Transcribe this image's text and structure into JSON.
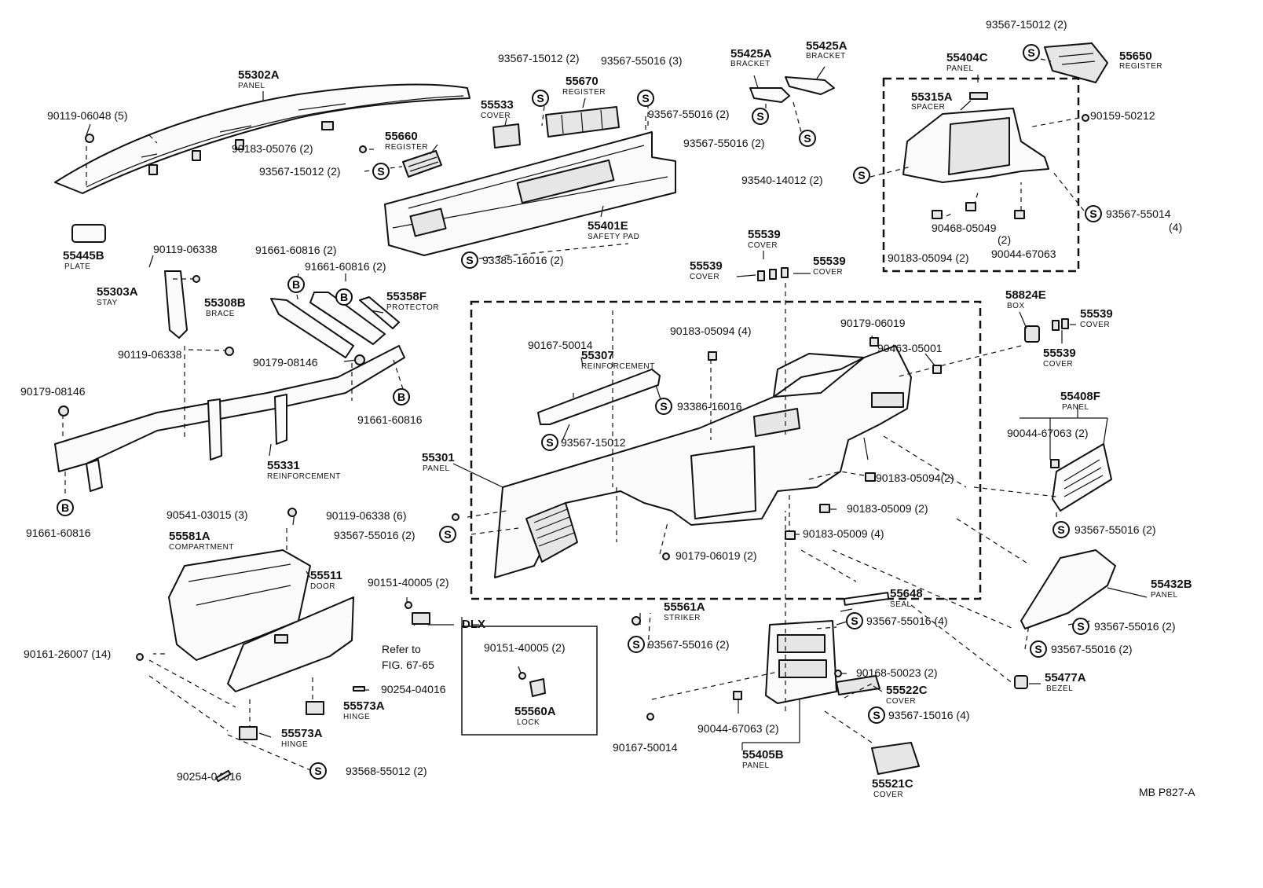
{
  "parts": {
    "panel_top": {
      "num": "55302A",
      "desc": "PANEL"
    },
    "screw_top_left": {
      "num": "90119-06048 (5)"
    },
    "clip_top": {
      "num": "90183-05076 (2)"
    },
    "register_left": {
      "num": "55660",
      "desc": "REGISTER"
    },
    "screw_reg_left": {
      "num": "93567-15012 (2)"
    },
    "cover_55533": {
      "num": "55533",
      "desc": "COVER"
    },
    "screw_93567_15012_a": {
      "num": "93567-15012 (2)"
    },
    "register_center": {
      "num": "55670",
      "desc": "REGISTER"
    },
    "screw_93567_55016_3": {
      "num": "93567-55016 (3)"
    },
    "screw_93567_55016_2a": {
      "num": "93567-55016 (2)"
    },
    "safety_pad": {
      "num": "55401E",
      "desc": "SAFETY PAD"
    },
    "screw_93385": {
      "num": "93385-16016 (2)"
    },
    "bracket_1": {
      "num": "55425A",
      "desc": "BRACKET"
    },
    "bracket_2": {
      "num": "55425A",
      "desc": "BRACKET"
    },
    "screw_93567_55016_2b": {
      "num": "93567-55016 (2)"
    },
    "screw_93567_15012_tr": {
      "num": "93567-15012 (2)"
    },
    "register_right": {
      "num": "55650",
      "desc": "REGISTER"
    },
    "panel_meter": {
      "num": "55404C",
      "desc": "PANEL"
    },
    "spacer": {
      "num": "55315A",
      "desc": "SPACER"
    },
    "screw_90159": {
      "num": "90159-50212"
    },
    "screw_93540": {
      "num": "93540-14012 (2)"
    },
    "screw_93567_55014": {
      "num": "93567-55014",
      "qty": "(4)"
    },
    "nut_90468": {
      "num": "90468-05049",
      "qty": "(2)"
    },
    "clip_90183_05094_2": {
      "num": "90183-05094 (2)"
    },
    "clip_90044": {
      "num": "90044-67063"
    },
    "plate": {
      "num": "55445B",
      "desc": "PLATE"
    },
    "bolt_90119_06338_a": {
      "num": "90119-06338"
    },
    "stay": {
      "num": "55303A",
      "desc": "STAY"
    },
    "bolt_90119_06338_b": {
      "num": "90119-06338"
    },
    "bolt_91661_a": {
      "num": "91661-60816 (2)"
    },
    "bolt_91661_b": {
      "num": "91661-60816 (2)"
    },
    "brace": {
      "num": "55308B",
      "desc": "BRACE"
    },
    "protector": {
      "num": "55358F",
      "desc": "PROTECTOR"
    },
    "nut_90179_08146_a": {
      "num": "90179-08146"
    },
    "nut_90179_08146_b": {
      "num": "90179-08146"
    },
    "bolt_91661_c": {
      "num": "91661-60816"
    },
    "bolt_91661_d": {
      "num": "91661-60816"
    },
    "reinf_55331": {
      "num": "55331",
      "desc": "REINFORCEMENT"
    },
    "cover_55539_a": {
      "num": "55539",
      "desc": "COVER"
    },
    "cover_55539_b": {
      "num": "55539",
      "desc": "COVER"
    },
    "cover_55539_c": {
      "num": "55539",
      "desc": "COVER"
    },
    "box_58824": {
      "num": "58824E",
      "desc": "BOX"
    },
    "cover_55539_d": {
      "num": "55539",
      "desc": "COVER"
    },
    "cover_55539_e": {
      "num": "55539",
      "desc": "COVER"
    },
    "screw_90167_a": {
      "num": "90167-50014"
    },
    "reinf_55307": {
      "num": "55307",
      "desc": "REINFORCEMENT"
    },
    "clip_90183_05094_4": {
      "num": "90183-05094 (4)"
    },
    "nut_90179_06019_a": {
      "num": "90179-06019"
    },
    "nut_90463": {
      "num": "90463-05001"
    },
    "screw_93386": {
      "num": "93386-16016"
    },
    "screw_93567_15012_b": {
      "num": "93567-15012"
    },
    "panel_main": {
      "num": "55301",
      "desc": "PANEL"
    },
    "bolt_90119_06338_6": {
      "num": "90119-06338 (6)"
    },
    "screw_93567_55016_2c": {
      "num": "93567-55016 (2)"
    },
    "nut_90179_06019_2": {
      "num": "90179-06019 (2)"
    },
    "clip_90183_05009_2": {
      "num": "90183-05009 (2)"
    },
    "clip_90183_05009_4": {
      "num": "90183-05009 (4)"
    },
    "clip_90183_05094_r": {
      "num": "90183-05094(2)"
    },
    "panel_55408": {
      "num": "55408F",
      "desc": "PANEL"
    },
    "clip_90044_2": {
      "num": "90044-67063 (2)"
    },
    "screw_93567_55016_2d": {
      "num": "93567-55016 (2)"
    },
    "screw_90541": {
      "num": "90541-03015 (3)"
    },
    "compartment": {
      "num": "55581A",
      "desc": "COMPARTMENT"
    },
    "door": {
      "num": "55511",
      "desc": "DOOR"
    },
    "screw_90151_a": {
      "num": "90151-40005 (2)"
    },
    "refer": {
      "line1": "Refer to",
      "line2": "FIG. 67-65"
    },
    "dlx": {
      "label": "DLX"
    },
    "screw_90151_b": {
      "num": "90151-40005 (2)"
    },
    "lock": {
      "num": "55560A",
      "desc": "LOCK"
    },
    "screw_90161": {
      "num": "90161-26007 (14)"
    },
    "pin_90254_a": {
      "num": "90254-04016"
    },
    "hinge_a": {
      "num": "55573A",
      "desc": "HINGE"
    },
    "hinge_b": {
      "num": "55573A",
      "desc": "HINGE"
    },
    "pin_90254_b": {
      "num": "90254-04016"
    },
    "screw_93568": {
      "num": "93568-55012 (2)"
    },
    "striker": {
      "num": "55561A",
      "desc": "STRIKER"
    },
    "screw_93567_55016_2e": {
      "num": "93567-55016 (2)"
    },
    "seal": {
      "num": "55648",
      "desc": "SEAL"
    },
    "screw_93567_55016_4": {
      "num": "93567-55016 (4)"
    },
    "screw_90168": {
      "num": "90168-50023 (2)"
    },
    "cover_55522": {
      "num": "55522C",
      "desc": "COVER"
    },
    "screw_93567_15016": {
      "num": "93567-15016 (4)"
    },
    "clip_90044_3": {
      "num": "90044-67063 (2)"
    },
    "screw_90167_b": {
      "num": "90167-50014"
    },
    "panel_55405": {
      "num": "55405B",
      "desc": "PANEL"
    },
    "cover_55521": {
      "num": "55521C",
      "desc": "COVER"
    },
    "panel_55432": {
      "num": "55432B",
      "desc": "PANEL"
    },
    "screw_93567_55016_2f": {
      "num": "93567-55016 (2)"
    },
    "screw_93567_55016_2g": {
      "num": "93567-55016 (2)"
    },
    "bezel": {
      "num": "55477A",
      "desc": "BEZEL"
    }
  },
  "symbols": {
    "s": "S",
    "b": "B"
  },
  "figure_code": "MB P827-A"
}
